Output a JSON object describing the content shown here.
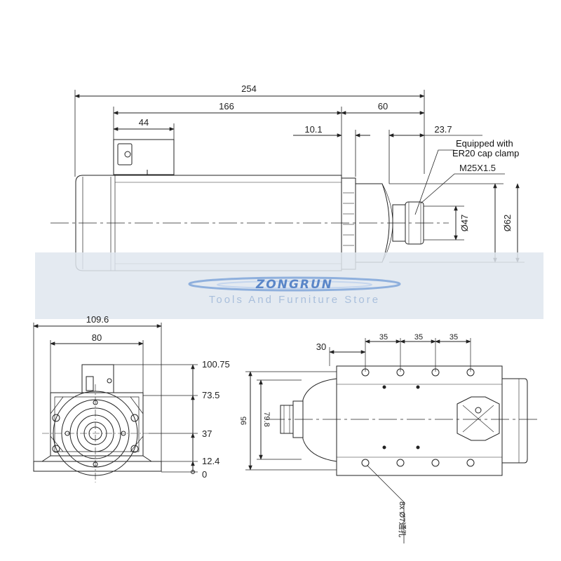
{
  "side_view": {
    "dims": {
      "overall_length": "254",
      "body_length": "166",
      "front_length": "60",
      "junction_box_width": "44",
      "flange_offset": "10.1",
      "nose_length": "23.7"
    },
    "callouts": {
      "clamp_line1": "Equipped with",
      "clamp_line2": "ER20 cap clamp",
      "thread": "M25X1.5",
      "diameter_inner": "Ø47",
      "diameter_outer": "Ø62"
    }
  },
  "front_view": {
    "dims": {
      "base_width": "109.6",
      "body_width": "80",
      "h_top": "100.75",
      "h_box": "73.5",
      "h_center": "37",
      "h_base": "12.4",
      "h_zero": "0"
    }
  },
  "bottom_view": {
    "dims": {
      "first_hole_offset": "30",
      "pitch_1": "35",
      "pitch_2": "35",
      "pitch_3": "35",
      "overall_height": "95",
      "hole_spacing": "79.8"
    },
    "hole_callout": "8x Ø7通孔"
  },
  "watermark": {
    "logo": "ZONGRUN",
    "store": "Tools And Furniture Store"
  },
  "colors": {
    "line": "#222222",
    "watermark_band": "#dfe6ee",
    "watermark_blue": "#5a86c8"
  }
}
